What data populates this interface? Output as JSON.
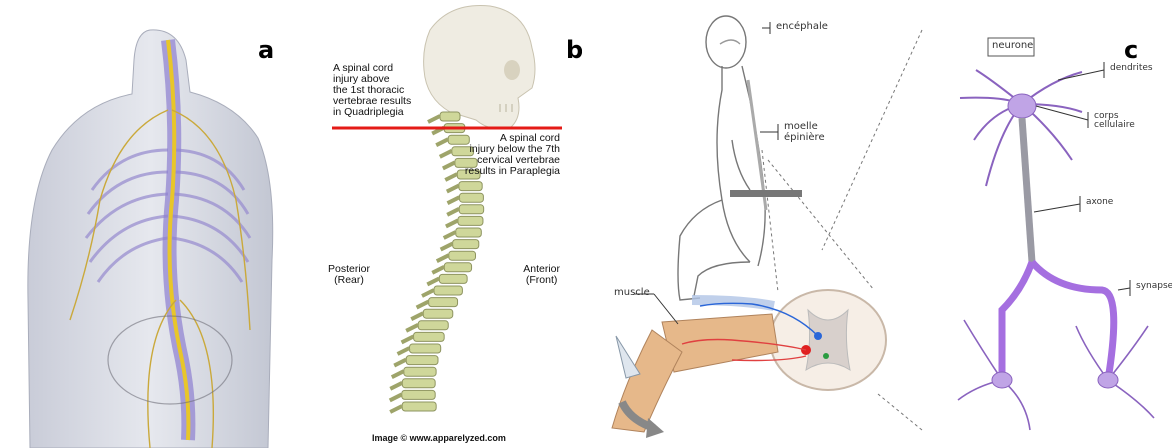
{
  "panel_a": {
    "letter": "a"
  },
  "panel_b": {
    "letter": "b",
    "quadriplegia_note": "A spinal cord\ninjury above\nthe 1st thoracic\nvertebrae results\nin Quadriplegia",
    "paraplegia_note": "A spinal cord\ninjury below the 7th\ncervical vertebrae\nresults in Paraplegia",
    "posterior_label": "Posterior\n(Rear)",
    "anterior_label": "Anterior\n(Front)",
    "credit": "Image © www.apparelyzed.com",
    "colors": {
      "injury_line": "#e41b17",
      "bone": "#cfd79a"
    }
  },
  "panel_c": {
    "letter": "c",
    "labels": {
      "encephale": "encéphale",
      "moelle": "moelle\népinière",
      "muscle": "muscle",
      "neurone": "neurone",
      "dendrites": "dendrites",
      "corps": "corps\ncellulaire",
      "axone": "axone",
      "synapse": "synapse"
    },
    "colors": {
      "neuron": "#9b72c8",
      "axon": "#a56fe0"
    }
  }
}
